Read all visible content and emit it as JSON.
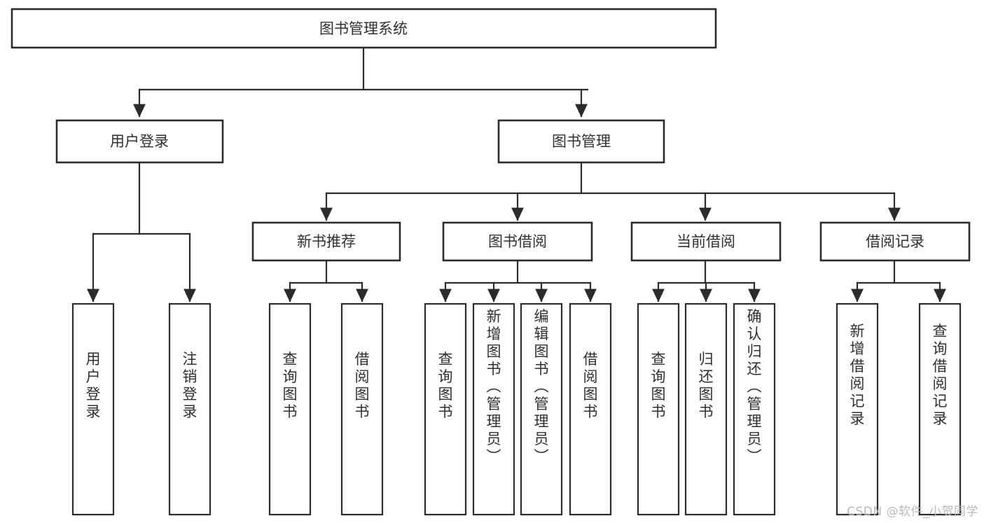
{
  "diagram": {
    "type": "tree-hierarchy",
    "title": "图书管理系统",
    "root": {
      "id": "root",
      "label": "图书管理系统",
      "orientation": "horizontal"
    },
    "level2": [
      {
        "id": "user-login",
        "label": "用户登录",
        "orientation": "horizontal"
      },
      {
        "id": "book-manage",
        "label": "图书管理",
        "orientation": "horizontal"
      }
    ],
    "level3": [
      {
        "id": "new-book-recommend",
        "label": "新书推荐",
        "parent": "book-manage",
        "orientation": "horizontal"
      },
      {
        "id": "book-borrow",
        "label": "图书借阅",
        "parent": "book-manage",
        "orientation": "horizontal"
      },
      {
        "id": "current-borrow",
        "label": "当前借阅",
        "parent": "book-manage",
        "orientation": "horizontal"
      },
      {
        "id": "borrow-record",
        "label": "借阅记录",
        "parent": "book-manage",
        "orientation": "horizontal"
      }
    ],
    "leaves": [
      {
        "id": "leaf-user-login",
        "label": "用户登录",
        "parent": "user-login",
        "orientation": "vertical"
      },
      {
        "id": "leaf-user-logout",
        "label": "注销登录",
        "parent": "user-login",
        "orientation": "vertical"
      },
      {
        "id": "leaf-query-book-1",
        "label": "查询图书",
        "parent": "new-book-recommend",
        "orientation": "vertical"
      },
      {
        "id": "leaf-borrow-book-1",
        "label": "借阅图书",
        "parent": "new-book-recommend",
        "orientation": "vertical"
      },
      {
        "id": "leaf-query-book-2",
        "label": "查询图书",
        "parent": "book-borrow",
        "orientation": "vertical"
      },
      {
        "id": "leaf-add-book",
        "label": "新增图书（管理员）",
        "parent": "book-borrow",
        "orientation": "vertical"
      },
      {
        "id": "leaf-edit-book",
        "label": "编辑图书（管理员）",
        "parent": "book-borrow",
        "orientation": "vertical"
      },
      {
        "id": "leaf-borrow-book-2",
        "label": "借阅图书",
        "parent": "book-borrow",
        "orientation": "vertical"
      },
      {
        "id": "leaf-query-book-3",
        "label": "查询图书",
        "parent": "current-borrow",
        "orientation": "vertical"
      },
      {
        "id": "leaf-return-book",
        "label": "归还图书",
        "parent": "current-borrow",
        "orientation": "vertical"
      },
      {
        "id": "leaf-confirm-return",
        "label": "确认归还（管理员）",
        "parent": "current-borrow",
        "orientation": "vertical"
      },
      {
        "id": "leaf-add-borrow-record",
        "label": "新增借阅记录",
        "parent": "borrow-record",
        "orientation": "vertical"
      },
      {
        "id": "leaf-query-borrow-record",
        "label": "查询借阅记录",
        "parent": "borrow-record",
        "orientation": "vertical"
      }
    ],
    "colors": {
      "background": "#ffffff",
      "box_fill": "#ffffff",
      "box_stroke": "#2b2b2b",
      "text": "#2f2f2f",
      "watermark": "#b9b9b9"
    }
  },
  "watermark": {
    "text": "CSDN @软件_小贺同学"
  }
}
